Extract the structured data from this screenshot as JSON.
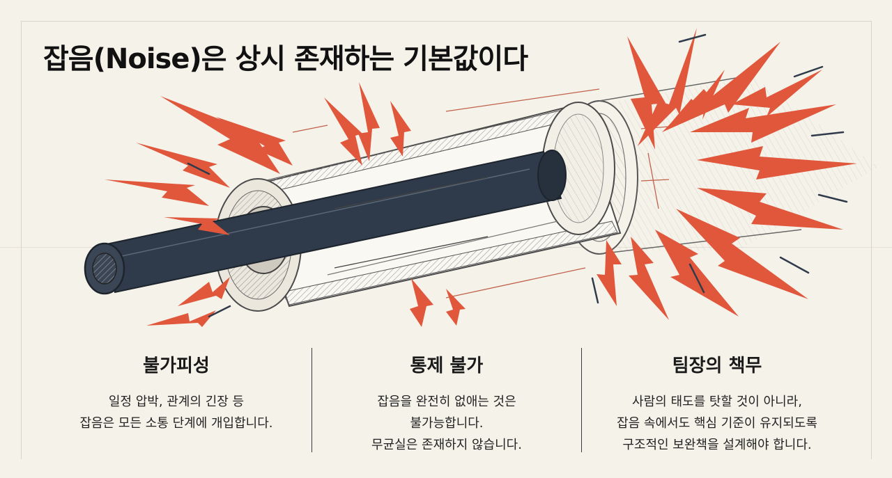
{
  "title": "잡음(Noise)은 상시 존재하는 기본값이다",
  "columns": [
    {
      "heading": "불가피성",
      "lines": [
        "일정 압박, 관계의 긴장 등",
        "잡음은 모든 소통 단계에 개입합니다."
      ]
    },
    {
      "heading": "통제 불가",
      "lines": [
        "잡음을 완전히 없애는 것은",
        "불가능합니다.",
        "무균실은 존재하지 않습니다."
      ]
    },
    {
      "heading": "팀장의 책무",
      "lines": [
        "사람의 태도를 탓할 것이 아니라,",
        "잡음 속에서도 핵심 기준이 유지되도록",
        "구조적인 보완책을 설계해야 합니다."
      ]
    }
  ],
  "colors": {
    "background": "#f5f2ea",
    "noise_bolt": "#e0573c",
    "core_cable": "#2f3b4a",
    "outline": "#4a4a4a"
  },
  "icons": [
    "noise-bolt-icon",
    "insulated-cable-illustration"
  ]
}
